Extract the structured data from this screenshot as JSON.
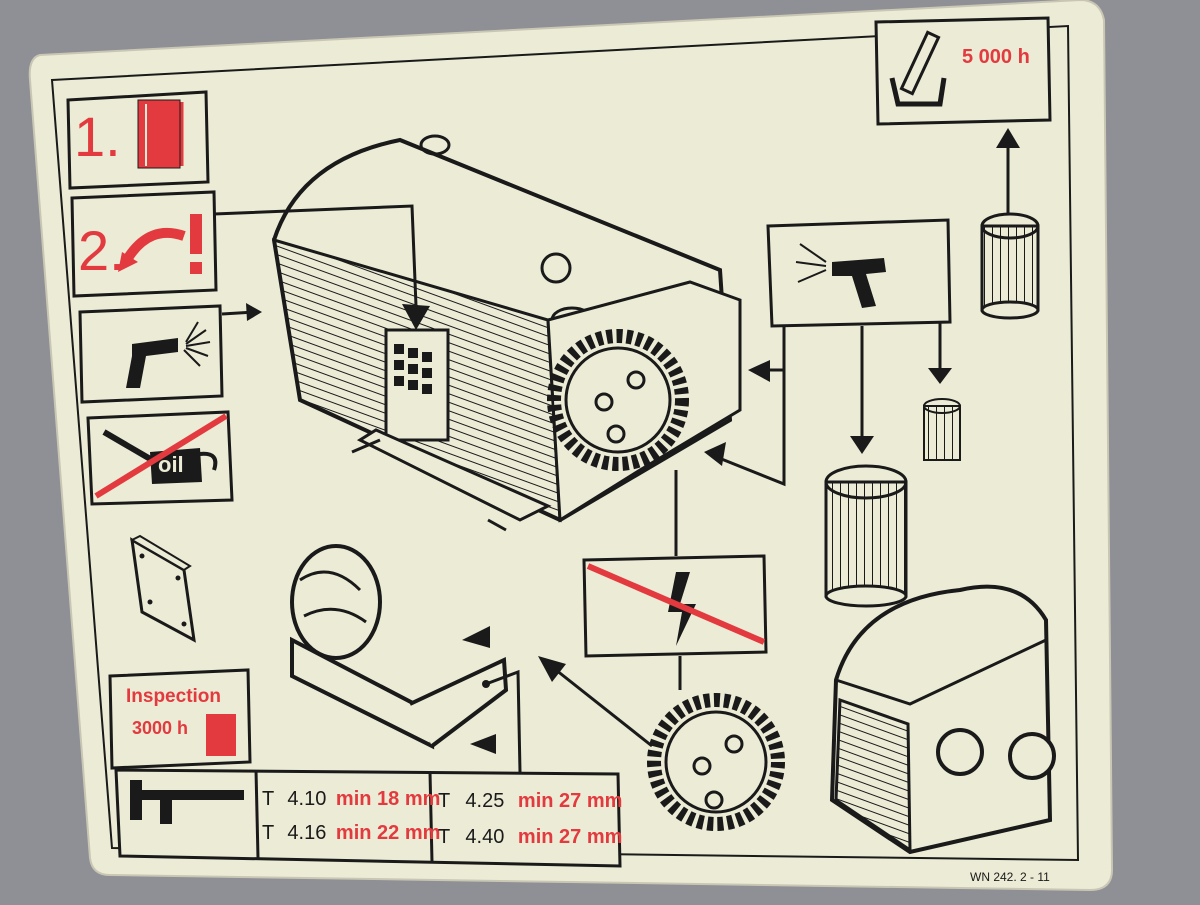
{
  "colors": {
    "background": "#8f8f96",
    "label": "#ecebd6",
    "ink": "#1a1a1a",
    "accent": "#e23a3e"
  },
  "label": {
    "step1": "1.",
    "step2": "2.",
    "oil_text": "oil",
    "interval_5000": "5 000 h",
    "inspection": {
      "title": "Inspection",
      "hours": "3000 h"
    },
    "vane_table": {
      "rows": [
        {
          "type": "T",
          "model": "4.10",
          "min": "min 18 mm"
        },
        {
          "type": "T",
          "model": "4.16",
          "min": "min 22 mm"
        },
        {
          "type": "T",
          "model": "4.25",
          "min": "min 27 mm"
        },
        {
          "type": "T",
          "model": "4.40",
          "min": "min 27 mm"
        }
      ]
    },
    "doc_code": "WN 242. 2 - 11"
  },
  "icons": [
    "manual-book-icon",
    "attention-exclamation-icon",
    "air-gun-icon",
    "no-oil-can-icon",
    "oil-filter-change-icon",
    "no-electricity-icon",
    "caliper-icon",
    "vane-plate-icon",
    "rotor-icon",
    "filter-cartridge-icon",
    "pump-unit-icon",
    "end-cover-icon",
    "housing-icon"
  ]
}
